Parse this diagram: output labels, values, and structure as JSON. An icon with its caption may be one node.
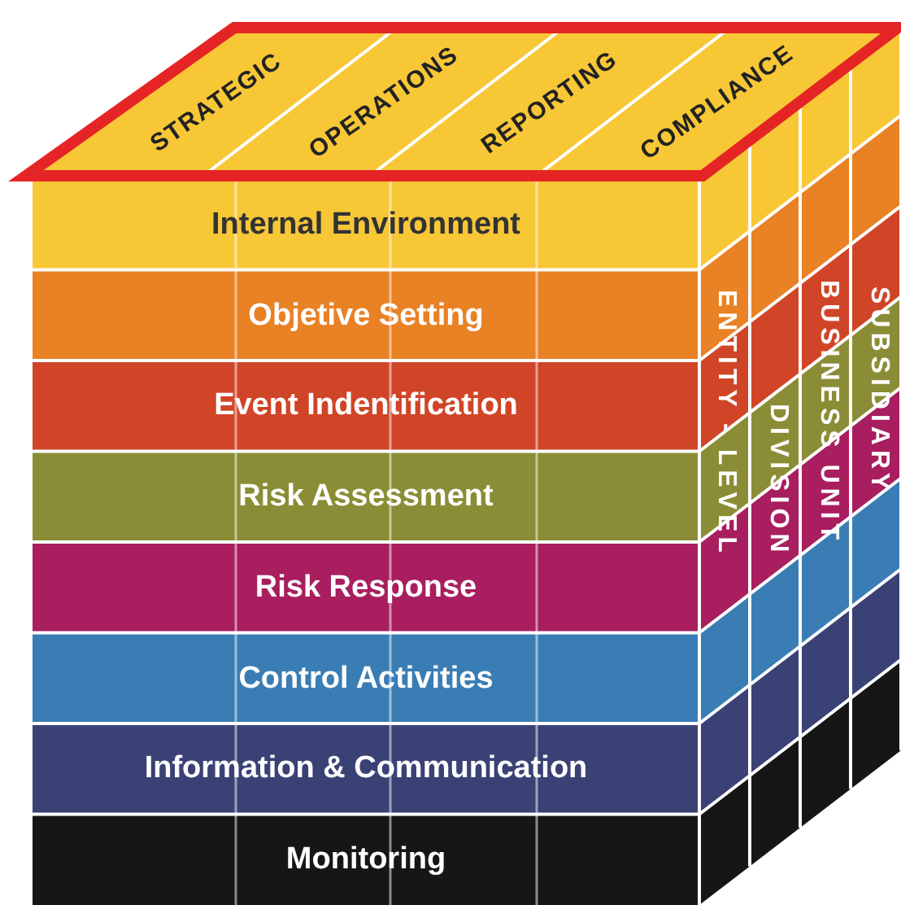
{
  "diagram": {
    "nodes": [
      {
        "text": [
          "Internal Environment"
        ]
      },
      {
        "text": [
          "Objetive Setting"
        ]
      },
      {
        "text": [
          "Event Indentification"
        ]
      },
      {
        "text": [
          "Risk Assessment"
        ]
      },
      {
        "text": [
          "Risk Response"
        ]
      },
      {
        "text": [
          "Control Activities"
        ]
      },
      {
        "text": [
          "Information & Communication"
        ]
      },
      {
        "text": [
          "Monitoring"
        ]
      },
      {
        "text": [
          "STRATEGIC"
        ]
      },
      {
        "text": [
          "OPERATIONS"
        ]
      },
      {
        "text": [
          "REPORTING"
        ]
      },
      {
        "text": [
          "COMPLIANCE"
        ]
      },
      {
        "text": [
          "ENTITY - LEVEL"
        ]
      },
      {
        "text": [
          "DIVISION"
        ]
      },
      {
        "text": [
          "BUSINESS UNIT"
        ]
      },
      {
        "text": [
          "SUBSIDIARY"
        ]
      }
    ]
  }
}
